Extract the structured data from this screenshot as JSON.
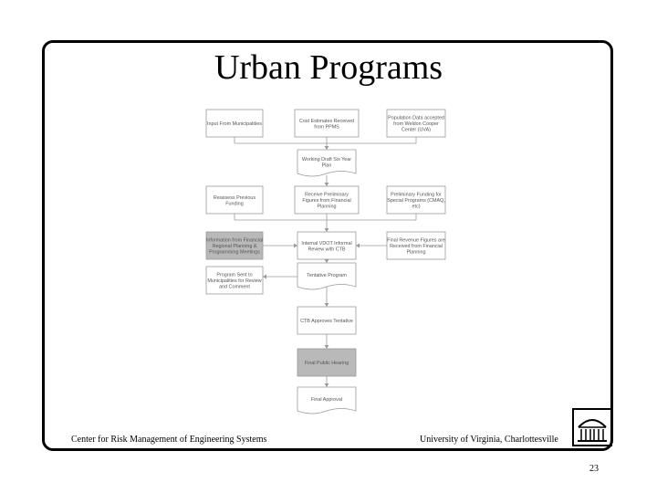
{
  "slide": {
    "title": "Urban Programs",
    "footer_left": "Center for Risk Management of Engineering Systems",
    "footer_right": "University of Virginia, Charlottesville",
    "page_number": "23"
  },
  "flowchart": {
    "nodes": [
      {
        "id": "input-from-municipalities",
        "lines": [
          "Input From Municipalities"
        ],
        "shaded": false,
        "shape": "process"
      },
      {
        "id": "cost-estimates-received",
        "lines": [
          "Cost Estimates Received",
          "from PPMS"
        ],
        "shaded": false,
        "shape": "process"
      },
      {
        "id": "population-data",
        "lines": [
          "Population Data accepted",
          "from Weldon Cooper",
          "Center (UVA)"
        ],
        "shaded": false,
        "shape": "process"
      },
      {
        "id": "working-draft",
        "lines": [
          "Working Draft Six Year",
          "Plan"
        ],
        "shaded": false,
        "shape": "document"
      },
      {
        "id": "reassess-previous-funding",
        "lines": [
          "Reassess Previous",
          "Funding"
        ],
        "shaded": false,
        "shape": "process"
      },
      {
        "id": "receive-preliminary-figures",
        "lines": [
          "Receive Preliminary",
          "Figures from Financial",
          "Planning"
        ],
        "shaded": false,
        "shape": "process"
      },
      {
        "id": "preliminary-funding",
        "lines": [
          "Preliminary Funding for",
          "Special Programs (CMAQ,",
          "etc)"
        ],
        "shaded": false,
        "shape": "process"
      },
      {
        "id": "information-from-financial",
        "lines": [
          "Information from Financial",
          "Regional Planning &",
          "Programming Meetings"
        ],
        "shaded": true,
        "shape": "process"
      },
      {
        "id": "internal-vdot-review",
        "lines": [
          "Internal VDOT Informal",
          "Review with CTB"
        ],
        "shaded": false,
        "shape": "process"
      },
      {
        "id": "final-revenue-figures",
        "lines": [
          "Final Revenue Figures are",
          "Received from Financial",
          "Planning"
        ],
        "shaded": false,
        "shape": "process"
      },
      {
        "id": "program-sent-to-municipalities",
        "lines": [
          "Program Sent to",
          "Municipalities for Review",
          "and Comment"
        ],
        "shaded": false,
        "shape": "process"
      },
      {
        "id": "tentative-program",
        "lines": [
          "Tentative Program"
        ],
        "shaded": false,
        "shape": "document"
      },
      {
        "id": "ctb-approves-tentative",
        "lines": [
          "CTB Approves Tentative"
        ],
        "shaded": false,
        "shape": "process"
      },
      {
        "id": "final-public-hearing",
        "lines": [
          "Final Public Hearing"
        ],
        "shaded": true,
        "shape": "process"
      },
      {
        "id": "final-approval",
        "lines": [
          "Final Approval"
        ],
        "shaded": false,
        "shape": "document"
      }
    ]
  },
  "colors": {
    "frame": "#000000",
    "box_border": "#9a9a9a",
    "box_fill": "#ffffff",
    "box_shaded": "#b9b9b9",
    "connector": "#9a9a9a",
    "box_text": "#555555"
  },
  "icons": {
    "logo": "university-rotunda-logo"
  }
}
